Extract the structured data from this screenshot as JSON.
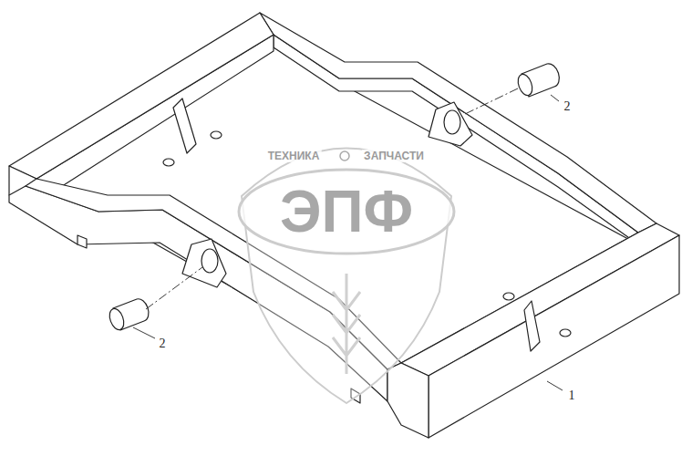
{
  "diagram": {
    "labels": [
      "2",
      "2",
      "1",
      "ТЕХНИКА",
      "ЗАПЧАСТИ",
      "ЭПФ"
    ]
  }
}
